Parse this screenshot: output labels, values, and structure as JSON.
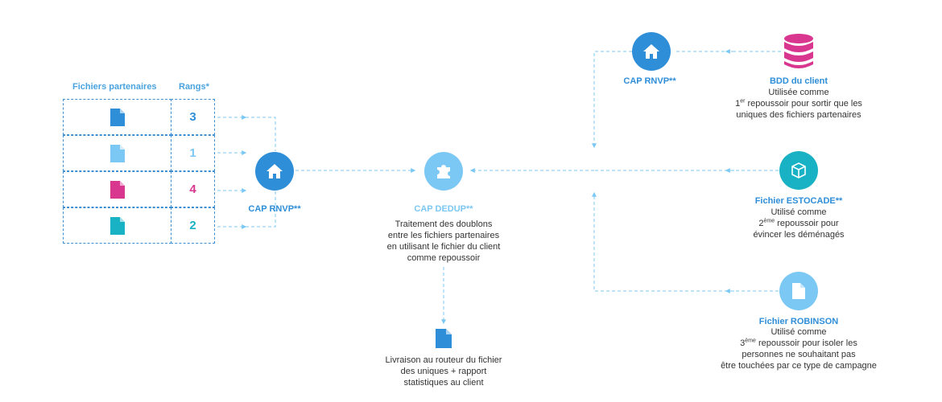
{
  "table": {
    "header_files": "Fichiers partenaires",
    "header_ranks": "Rangs*",
    "rows": [
      {
        "rank": "3",
        "color": "#2f8ed8"
      },
      {
        "rank": "1",
        "color": "#7cc8f4"
      },
      {
        "rank": "4",
        "color": "#d9368f"
      },
      {
        "rank": "2",
        "color": "#19b2c4"
      }
    ]
  },
  "nodes": {
    "rnvp_left": {
      "title": "CAP RNVP**",
      "icon": "home-icon",
      "color": "#2f8ed8"
    },
    "dedup": {
      "title": "CAP DEDUP**",
      "icon": "puzzle-icon",
      "color": "#7cc8f4",
      "desc": [
        "Traitement des doublons",
        "entre les fichiers partenaires",
        "en utilisant le fichier du client",
        "comme repoussoir"
      ]
    },
    "delivery": {
      "icon": "document-icon",
      "color": "#2f8ed8",
      "desc": [
        "Livraison au routeur du fichier",
        "des uniques + rapport",
        "statistiques au client"
      ]
    },
    "rnvp_top": {
      "title": "CAP RNVP**",
      "icon": "home-icon",
      "color": "#2f8ed8"
    },
    "bdd": {
      "title": "BDD du client",
      "icon": "database-icon",
      "color": "#d9368f",
      "line1": "Utilisée comme",
      "line2_sup": "er",
      "line2_pre": "1",
      "line2_post": " repoussoir pour sortir que les",
      "line3": "uniques des fichiers partenaires"
    },
    "estocade": {
      "title": "Fichier ESTOCADE**",
      "icon": "box-icon",
      "color": "#19b2c4",
      "line1": "Utilisé comme",
      "line2_pre": "2",
      "line2_sup": "ème",
      "line2_post": " repoussoir pour",
      "line3": "évincer les déménagés"
    },
    "robinson": {
      "title": "Fichier ROBINSON",
      "icon": "document-icon",
      "color": "#7cc8f4",
      "line1": "Utilisé comme",
      "line2_pre": "3",
      "line2_sup": "ème",
      "line2_post": " repoussoir pour isoler les",
      "line3": "personnes ne souhaitant pas",
      "line4": "être touchées par ce type de campagne"
    }
  },
  "colors": {
    "connector": "#7cc8f4",
    "border": "#3d8fd1"
  }
}
